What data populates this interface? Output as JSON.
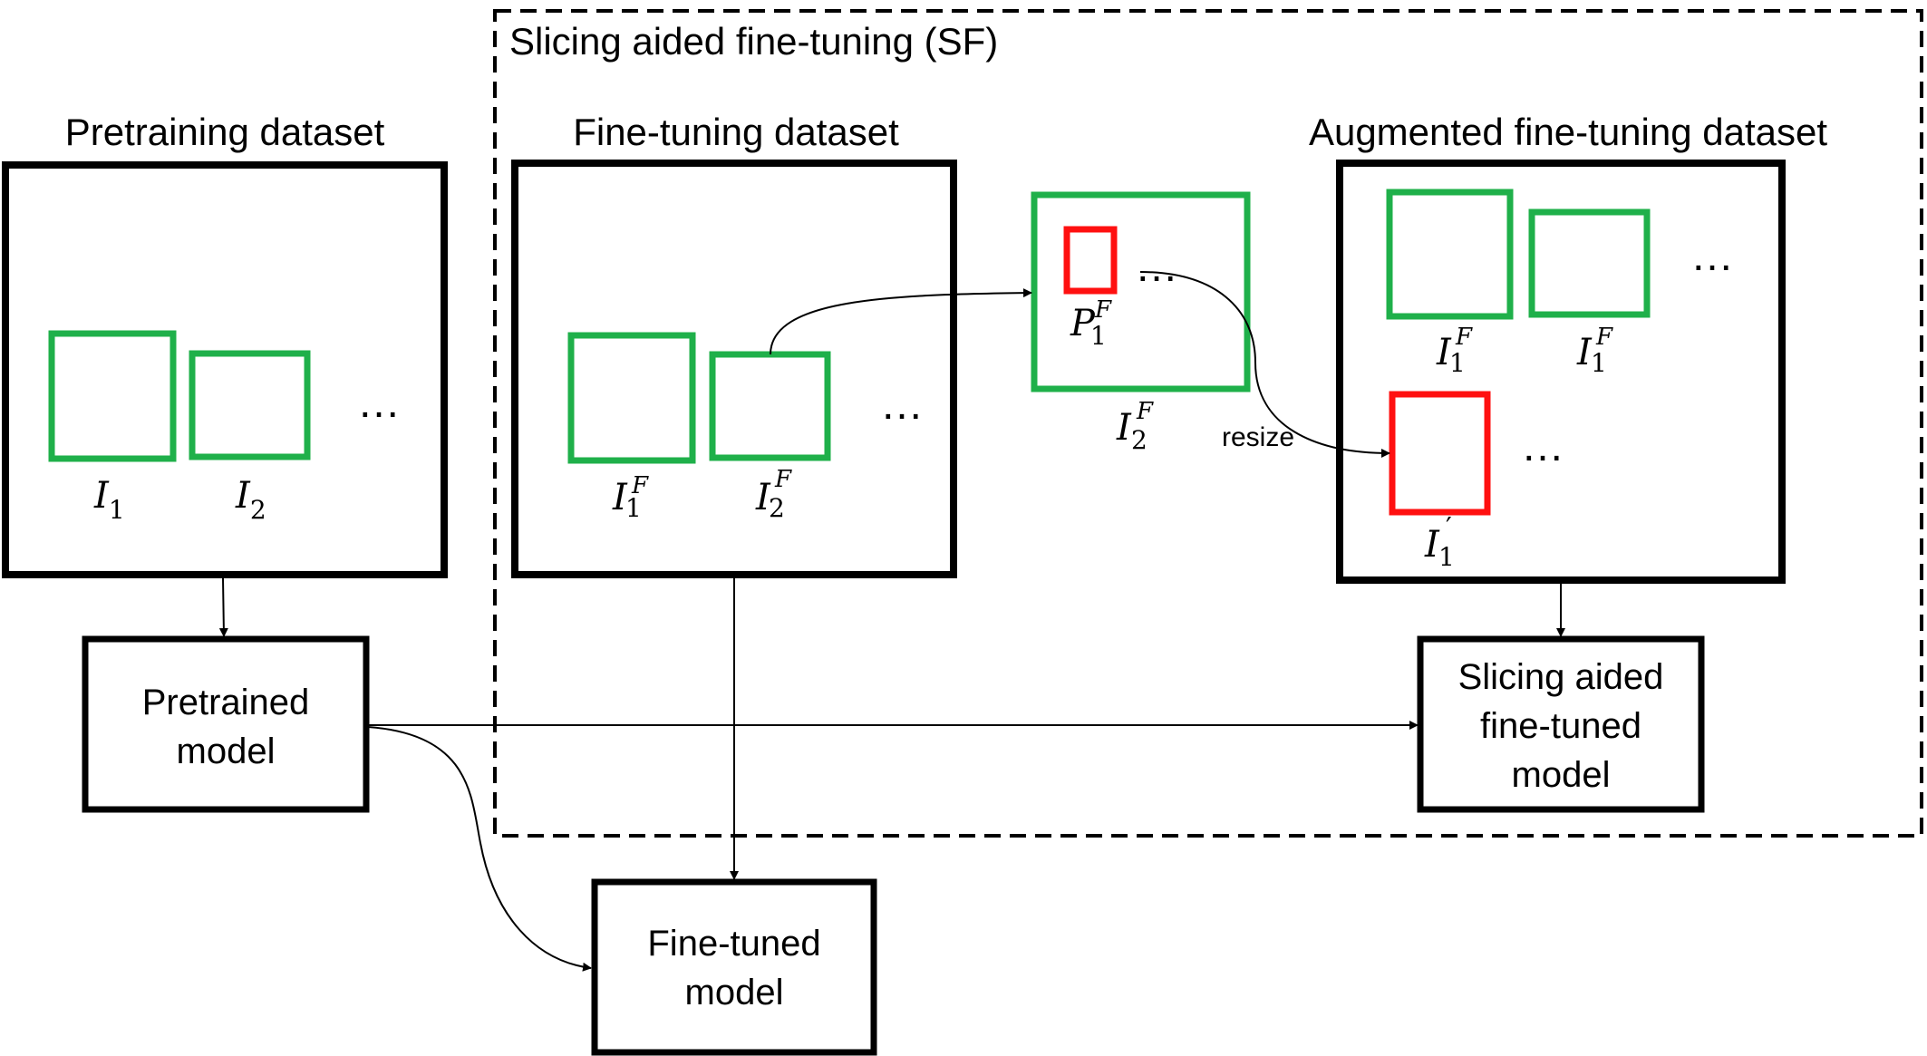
{
  "colors": {
    "stroke": "#000000",
    "green": "#1fb04a",
    "red": "#ff1010",
    "background": "#ffffff"
  },
  "sf_region": {
    "title": "Slicing aided fine-tuning (SF)"
  },
  "pretraining": {
    "title": "Pretraining dataset",
    "images": [
      {
        "base": "I",
        "sub": "1",
        "sup": ""
      },
      {
        "base": "I",
        "sub": "2",
        "sup": ""
      }
    ],
    "ellipsis": "…"
  },
  "finetuning": {
    "title": "Fine-tuning dataset",
    "images": [
      {
        "base": "I",
        "sub": "1",
        "sup": "F"
      },
      {
        "base": "I",
        "sub": "2",
        "sup": "F"
      }
    ],
    "ellipsis": "…"
  },
  "slice": {
    "image_label": {
      "base": "I",
      "sub": "2",
      "sup": "F"
    },
    "patch_label": {
      "base": "P",
      "sub": "1",
      "sup": "F"
    },
    "ellipsis": "…",
    "resize_label": "resize"
  },
  "augmented": {
    "title": "Augmented fine-tuning dataset",
    "images": [
      {
        "base": "I",
        "sub": "1",
        "sup": "F"
      },
      {
        "base": "I",
        "sub": "1",
        "sup": "F"
      }
    ],
    "resized_label": {
      "base": "I",
      "sub": "1",
      "sup": "′"
    },
    "ellipsis_top": "…",
    "ellipsis_bottom": "…"
  },
  "models": {
    "pretrained": [
      "Pretrained",
      "model"
    ],
    "sliced": [
      "Slicing aided",
      "fine-tuned",
      "model"
    ],
    "finetuned": [
      "Fine-tuned",
      "model"
    ]
  }
}
